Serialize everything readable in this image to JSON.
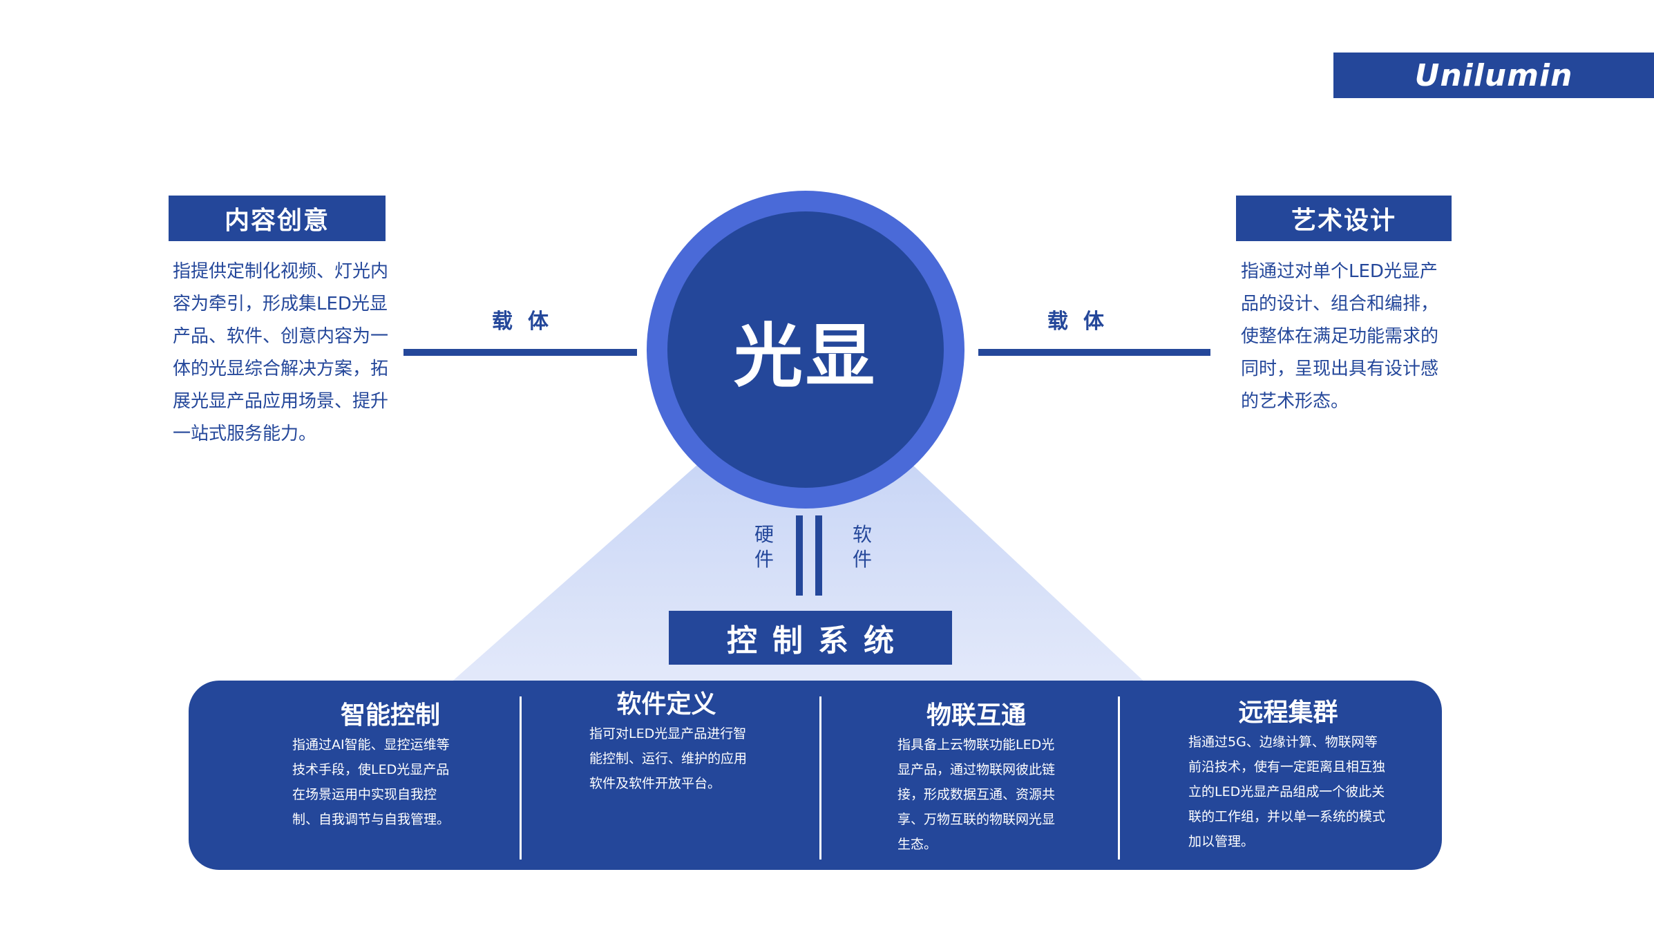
{
  "brand": {
    "name": "Unilumin"
  },
  "colors": {
    "primary": "#24479a",
    "ring": "#4a6ad8",
    "cone": "#d4def7"
  },
  "center": {
    "title": "光显"
  },
  "left_block": {
    "title": "内容创意",
    "text": "指提供定制化视频、灯光内容为牵引，形成集LED光显产品、软件、创意内容为一体的光显综合解决方案，拓展光显产品应用场景、提升一站式服务能力。",
    "carrier_label": "载体"
  },
  "right_block": {
    "title": "艺术设计",
    "text": "指通过对单个LED光显产品的设计、组合和编排，使整体在满足功能需求的同时，呈现出具有设计感的艺术形态。",
    "carrier_label": "载体"
  },
  "connectors": {
    "hardware": "硬件",
    "software": "软件"
  },
  "control_system": {
    "title": "控制系统"
  },
  "features": [
    {
      "title": "智能控制",
      "text": "指通过AI智能、显控运维等技术手段，使LED光显产品在场景运用中实现自我控制、自我调节与自我管理。"
    },
    {
      "title": "软件定义",
      "text": "指可对LED光显产品进行智能控制、运行、维护的应用软件及软件开放平台。"
    },
    {
      "title": "物联互通",
      "text": "指具备上云物联功能LED光显产品，通过物联网彼此链接，形成数据互通、资源共享、万物互联的物联网光显生态。"
    },
    {
      "title": "远程集群",
      "text": "指通过5G、边缘计算、物联网等前沿技术，使有一定距离且相互独立的LED光显产品组成一个彼此关联的工作组，并以单一系统的模式加以管理。"
    }
  ]
}
